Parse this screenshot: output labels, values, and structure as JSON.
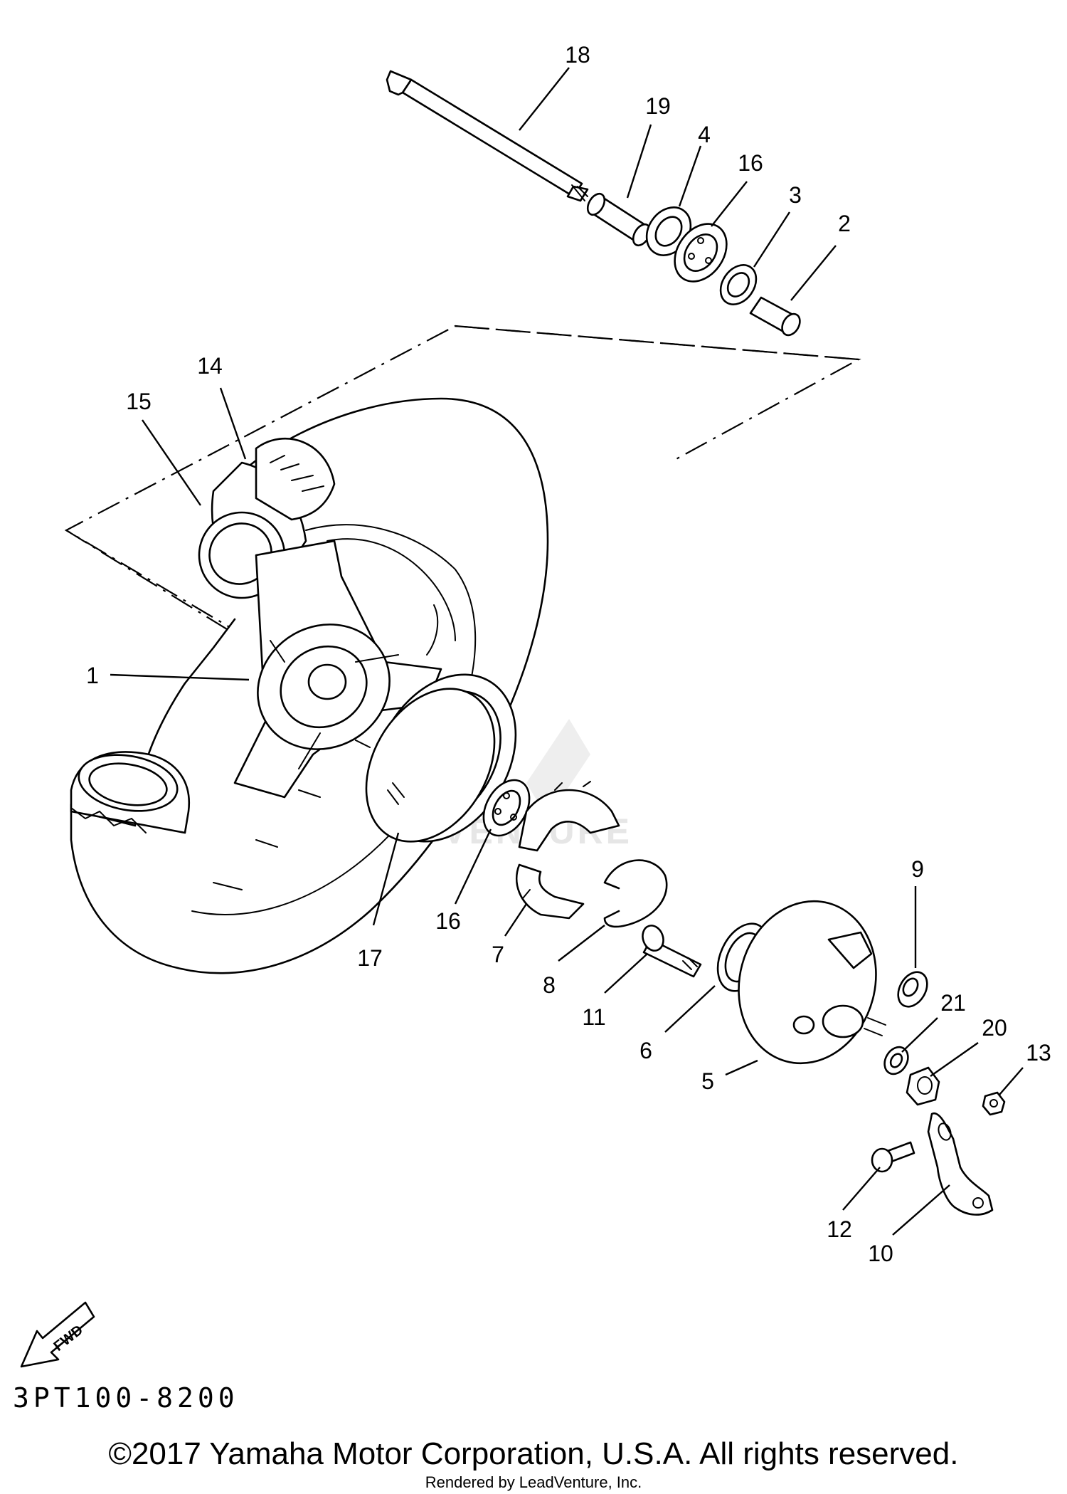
{
  "diagram": {
    "code": "3PT100-8200",
    "fwd_label": "FWD",
    "watermark": "LEADVENTURE",
    "callouts": {
      "c1": "1",
      "c2": "2",
      "c3": "3",
      "c4": "4",
      "c5": "5",
      "c6": "6",
      "c7": "7",
      "c8": "8",
      "c9": "9",
      "c10": "10",
      "c11": "11",
      "c12": "12",
      "c13": "13",
      "c14": "14",
      "c15": "15",
      "c16a": "16",
      "c16b": "16",
      "c17": "17",
      "c18": "18",
      "c19": "19",
      "c20": "20",
      "c21": "21"
    }
  },
  "footer": {
    "copyright": "©2017 Yamaha Motor Corporation, U.S.A. All rights reserved.",
    "rendered_by": "Rendered by LeadVenture, Inc."
  }
}
